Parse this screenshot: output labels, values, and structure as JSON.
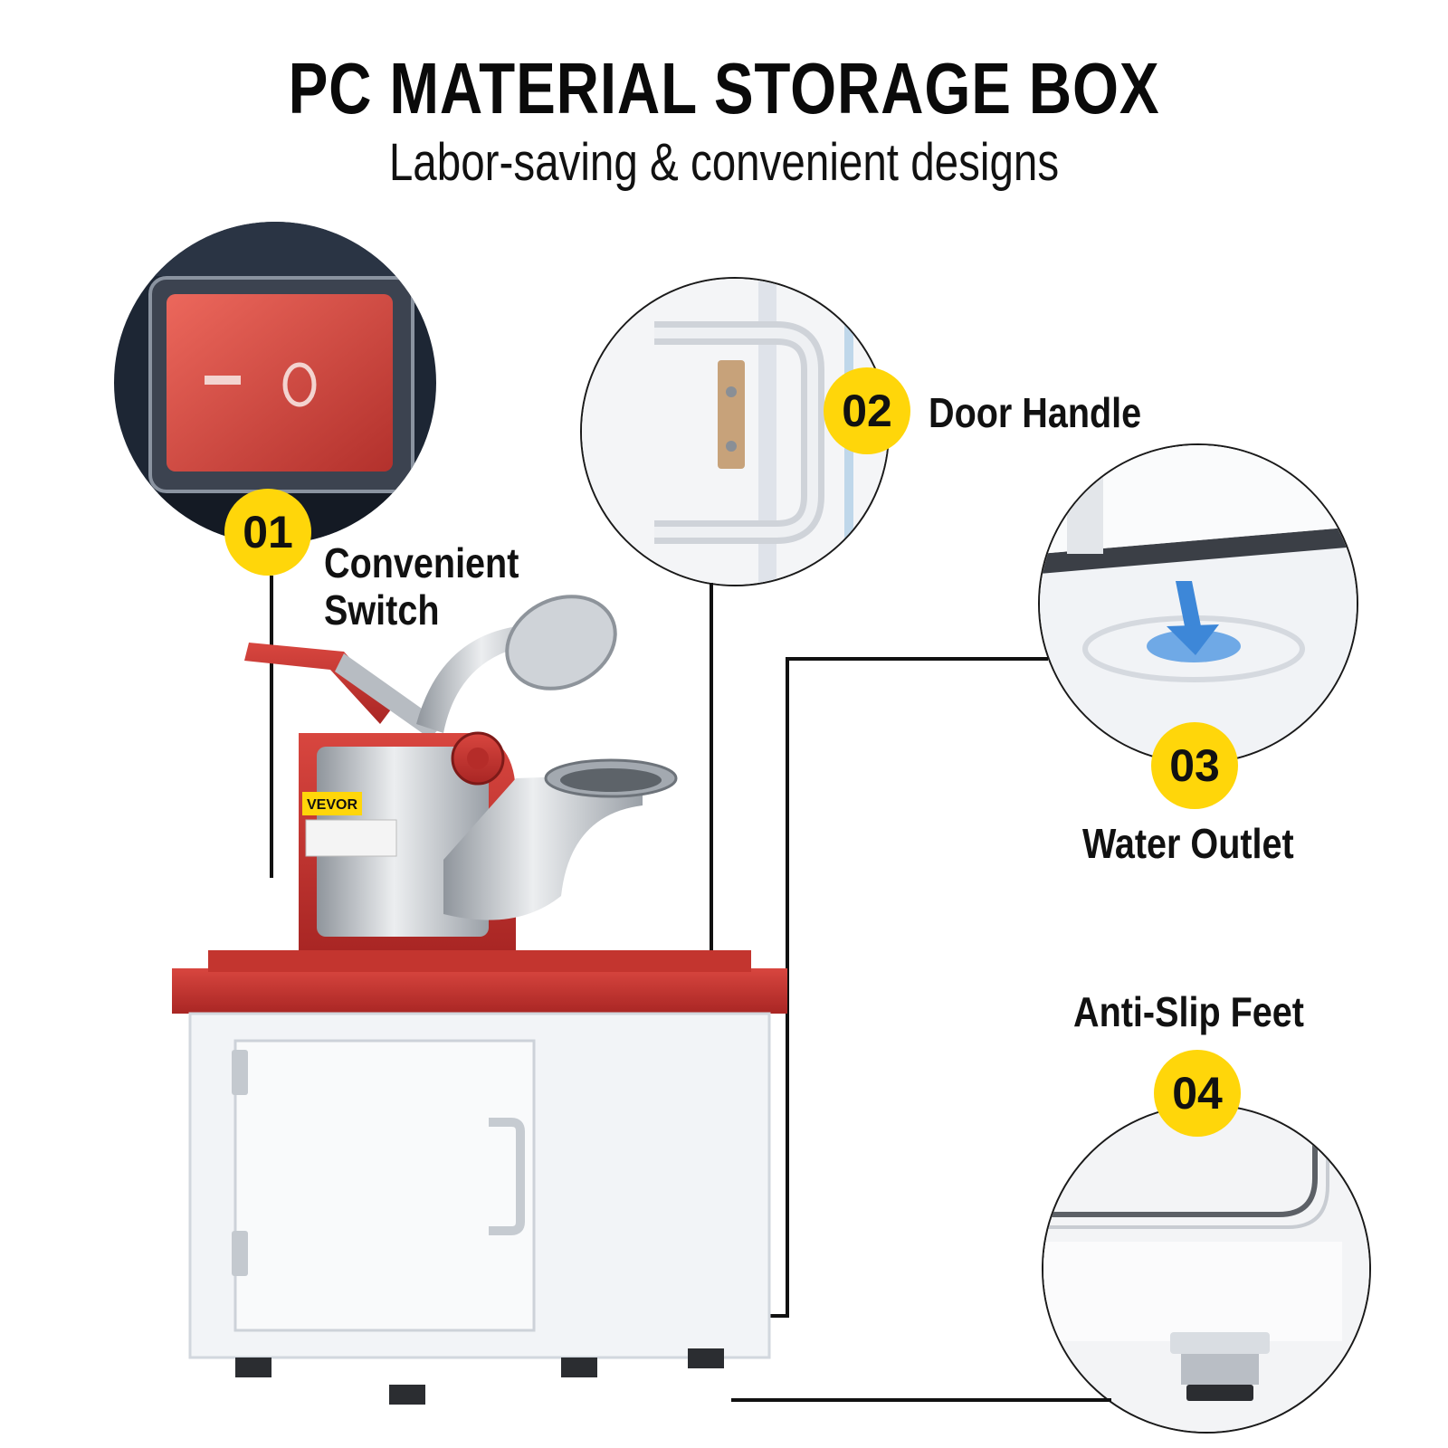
{
  "header": {
    "title": "PC MATERIAL STORAGE BOX",
    "subtitle": "Labor-saving & convenient designs"
  },
  "features": [
    {
      "number": "01",
      "label_line1": "Convenient",
      "label_line2": "Switch"
    },
    {
      "number": "02",
      "label": "Door Handle"
    },
    {
      "number": "03",
      "label": "Water Outlet"
    },
    {
      "number": "04",
      "label": "Anti-Slip Feet"
    }
  ],
  "product": {
    "brand": "VEVOR",
    "colors": {
      "accent_red": "#c0322f",
      "badge_yellow": "#ffd60a",
      "steel": "#c9cdd2"
    }
  }
}
